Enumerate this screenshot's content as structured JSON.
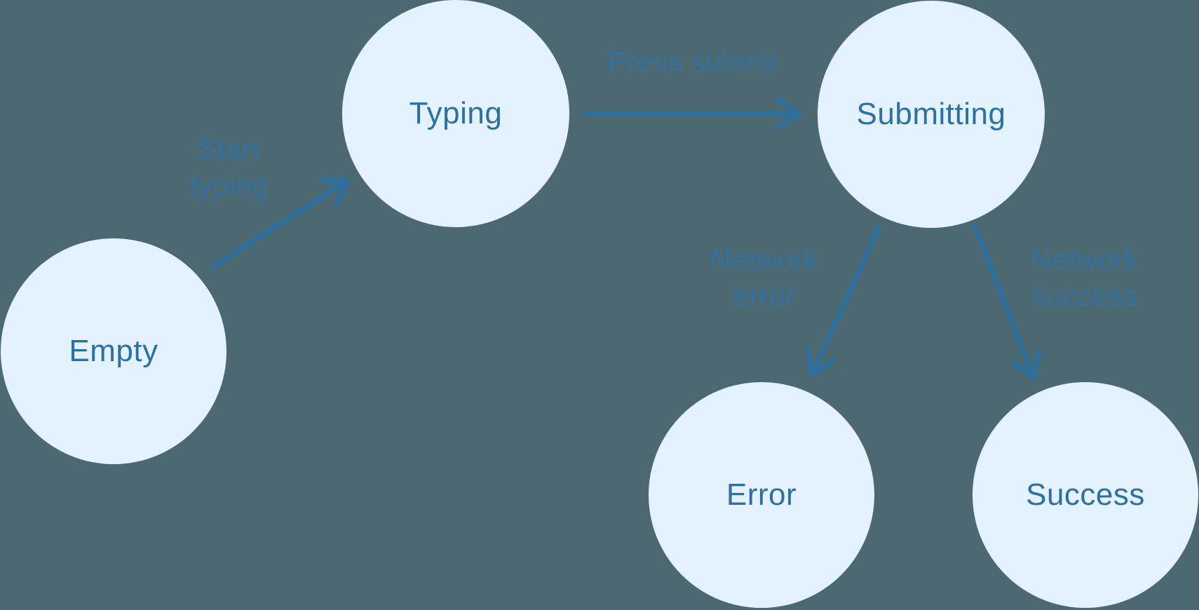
{
  "diagram": {
    "type": "state-machine",
    "colors": {
      "background": "#4c6972",
      "node_fill": "#e3f2fc",
      "node_text": "#2d71a3",
      "edge_stroke": "#2d6f9e",
      "edge_label_text": "#32719f"
    },
    "nodes": [
      {
        "id": "empty",
        "label": "Empty"
      },
      {
        "id": "typing",
        "label": "Typing"
      },
      {
        "id": "submitting",
        "label": "Submitting"
      },
      {
        "id": "error",
        "label": "Error"
      },
      {
        "id": "success",
        "label": "Success"
      }
    ],
    "edges": [
      {
        "id": "empty-to-typing",
        "from": "Empty",
        "to": "Typing",
        "label": "Start typing",
        "lines": [
          "Start",
          "typing"
        ]
      },
      {
        "id": "typing-to-submitting",
        "from": "Typing",
        "to": "Submitting",
        "label": "Press submit",
        "lines": [
          "Press submit"
        ]
      },
      {
        "id": "submitting-to-error",
        "from": "Submitting",
        "to": "Error",
        "label": "Network error",
        "lines": [
          "Network",
          "error"
        ]
      },
      {
        "id": "submitting-to-success",
        "from": "Submitting",
        "to": "Success",
        "label": "Network success",
        "lines": [
          "Network",
          "success"
        ]
      }
    ]
  }
}
